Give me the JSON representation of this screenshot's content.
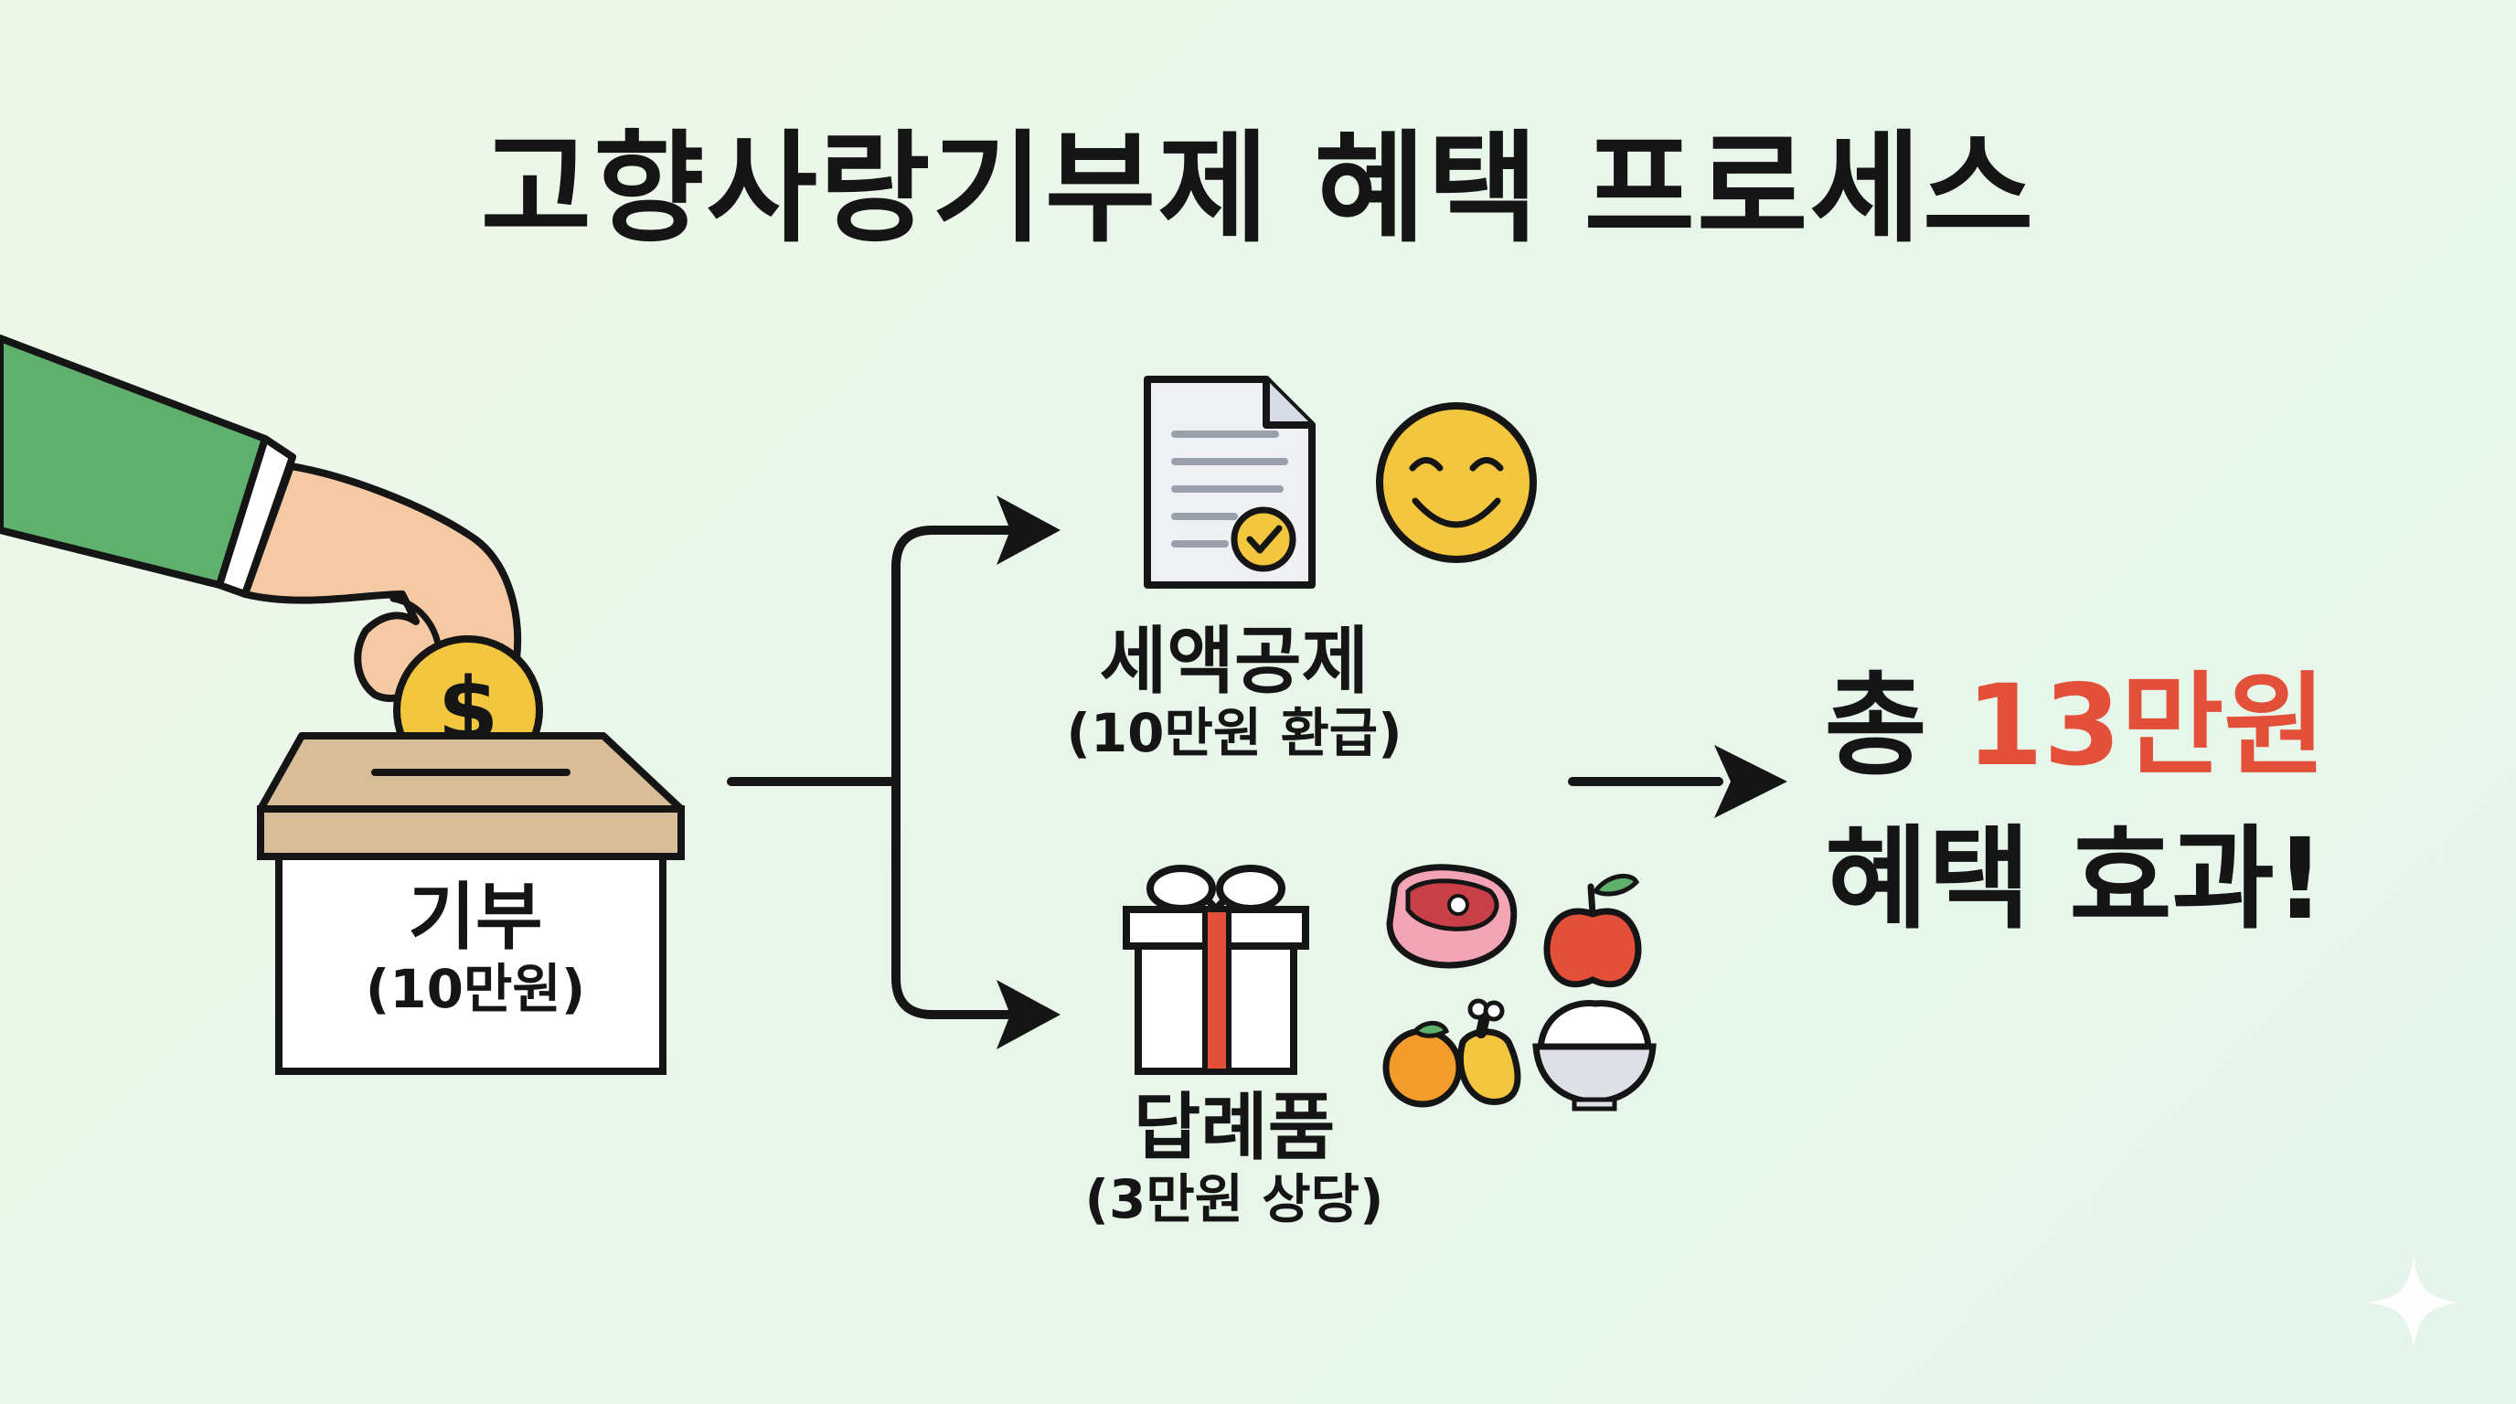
{
  "title": "고향사랑기부제 혜택 프로세스",
  "donation": {
    "label": "기부",
    "amount": "(10만원)"
  },
  "tax_credit": {
    "label": "세액공제",
    "detail": "(10만원 환급)"
  },
  "gift": {
    "label": "답례품",
    "detail": "(3만원 상당)"
  },
  "result": {
    "prefix": "총 ",
    "amount": "13만원",
    "suffix": "혜택 효과!"
  },
  "colors": {
    "accent": "#e2503a",
    "sleeve": "#5fb06c",
    "coin": "#f2c63e",
    "box_lid": "#d9bc98",
    "ribbon": "#e2503a"
  },
  "icons": [
    "hand-icon",
    "coin-icon",
    "donation-box-icon",
    "document-check-icon",
    "smiley-icon",
    "gift-box-icon",
    "meat-icon",
    "apple-icon",
    "orange-icon",
    "chicken-leg-icon",
    "rice-bowl-icon",
    "sparkle-icon"
  ]
}
